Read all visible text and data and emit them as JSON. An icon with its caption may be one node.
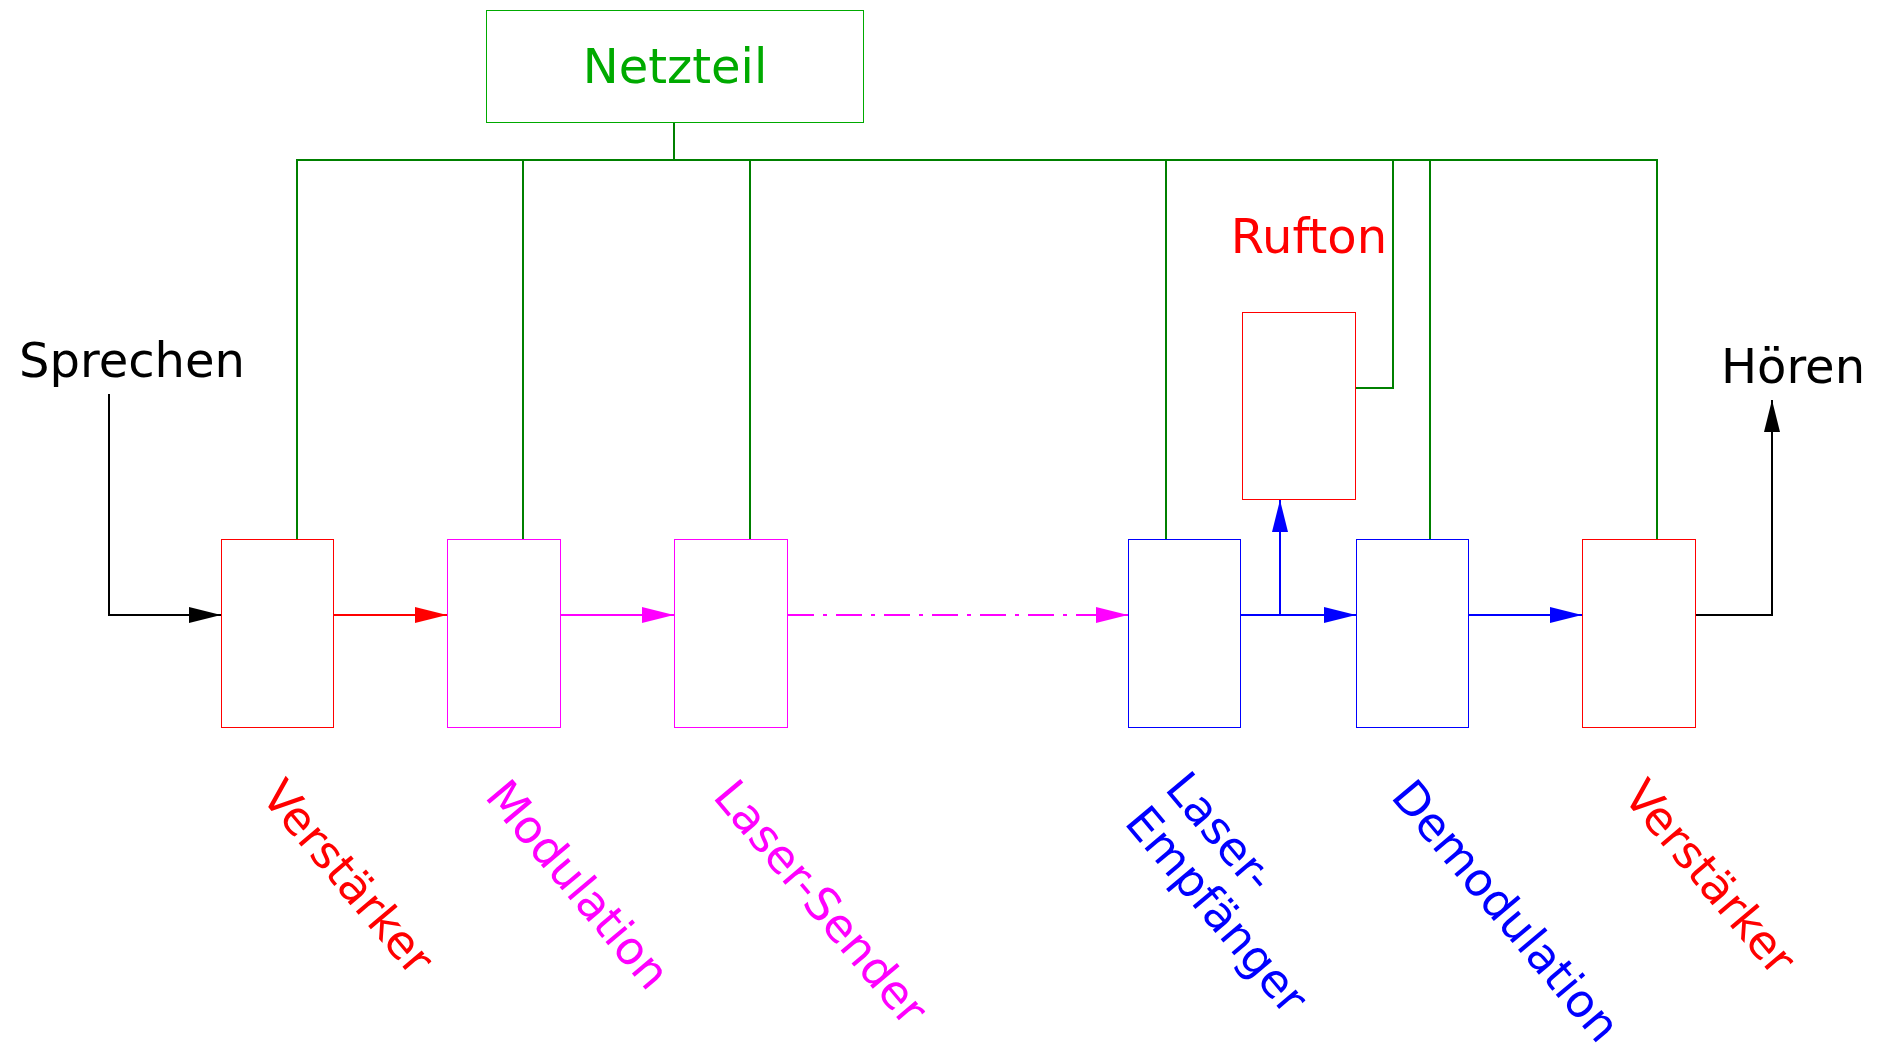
{
  "diagram": {
    "nodes": [
      {
        "text": [
          "Netzteil"
        ]
      },
      {
        "text": [
          "Sprechen"
        ]
      },
      {
        "text": [],
        "shape": "box",
        "beside": [
          "Verstärker"
        ]
      },
      {
        "text": [],
        "shape": "box",
        "beside": [
          "Modulation"
        ]
      },
      {
        "text": [],
        "shape": "box",
        "beside": [
          "Laser-Sender"
        ]
      },
      {
        "text": [],
        "shape": "box",
        "beside": [
          "Laser- Empfänger"
        ]
      },
      {
        "text": [
          "Rufton"
        ]
      },
      {
        "text": [],
        "shape": "box",
        "beside": [
          "Demodulation"
        ]
      },
      {
        "text": [],
        "shape": "box",
        "beside": [
          "Verstärker"
        ]
      },
      {
        "text": [
          "Hören"
        ]
      }
    ],
    "edges": [
      {
        "from": 1,
        "to": 2,
        "arrow": "to",
        "color": "#000000"
      },
      {
        "from": 2,
        "to": 3,
        "arrow": "to",
        "color": "#ff0000"
      },
      {
        "from": 3,
        "to": 4,
        "arrow": "to",
        "color": "#ff00ff"
      },
      {
        "from": 4,
        "to": 5,
        "arrow": "to",
        "color": "#ff00ff",
        "style": "dashed"
      },
      {
        "from": 5,
        "to": 7,
        "arrow": "to",
        "color": "#0000ff"
      },
      {
        "from": 5,
        "to": 6,
        "arrow": "to",
        "color": "#0000ff"
      },
      {
        "from": 7,
        "to": 8,
        "arrow": "to",
        "color": "#0000ff"
      },
      {
        "from": 8,
        "to": 9,
        "arrow": "to",
        "color": "#000000"
      },
      {
        "from": 0,
        "to": 2,
        "arrow": "none",
        "color": "#008000"
      },
      {
        "from": 0,
        "to": 3,
        "arrow": "none",
        "color": "#008000"
      },
      {
        "from": 0,
        "to": 4,
        "arrow": "none",
        "color": "#008000"
      },
      {
        "from": 0,
        "to": 5,
        "arrow": "none",
        "color": "#008000"
      },
      {
        "from": 0,
        "to": 6,
        "arrow": "none",
        "color": "#008000"
      },
      {
        "from": 0,
        "to": 7,
        "arrow": "none",
        "color": "#008000"
      },
      {
        "from": 0,
        "to": 8,
        "arrow": "none",
        "color": "#008000"
      }
    ]
  }
}
